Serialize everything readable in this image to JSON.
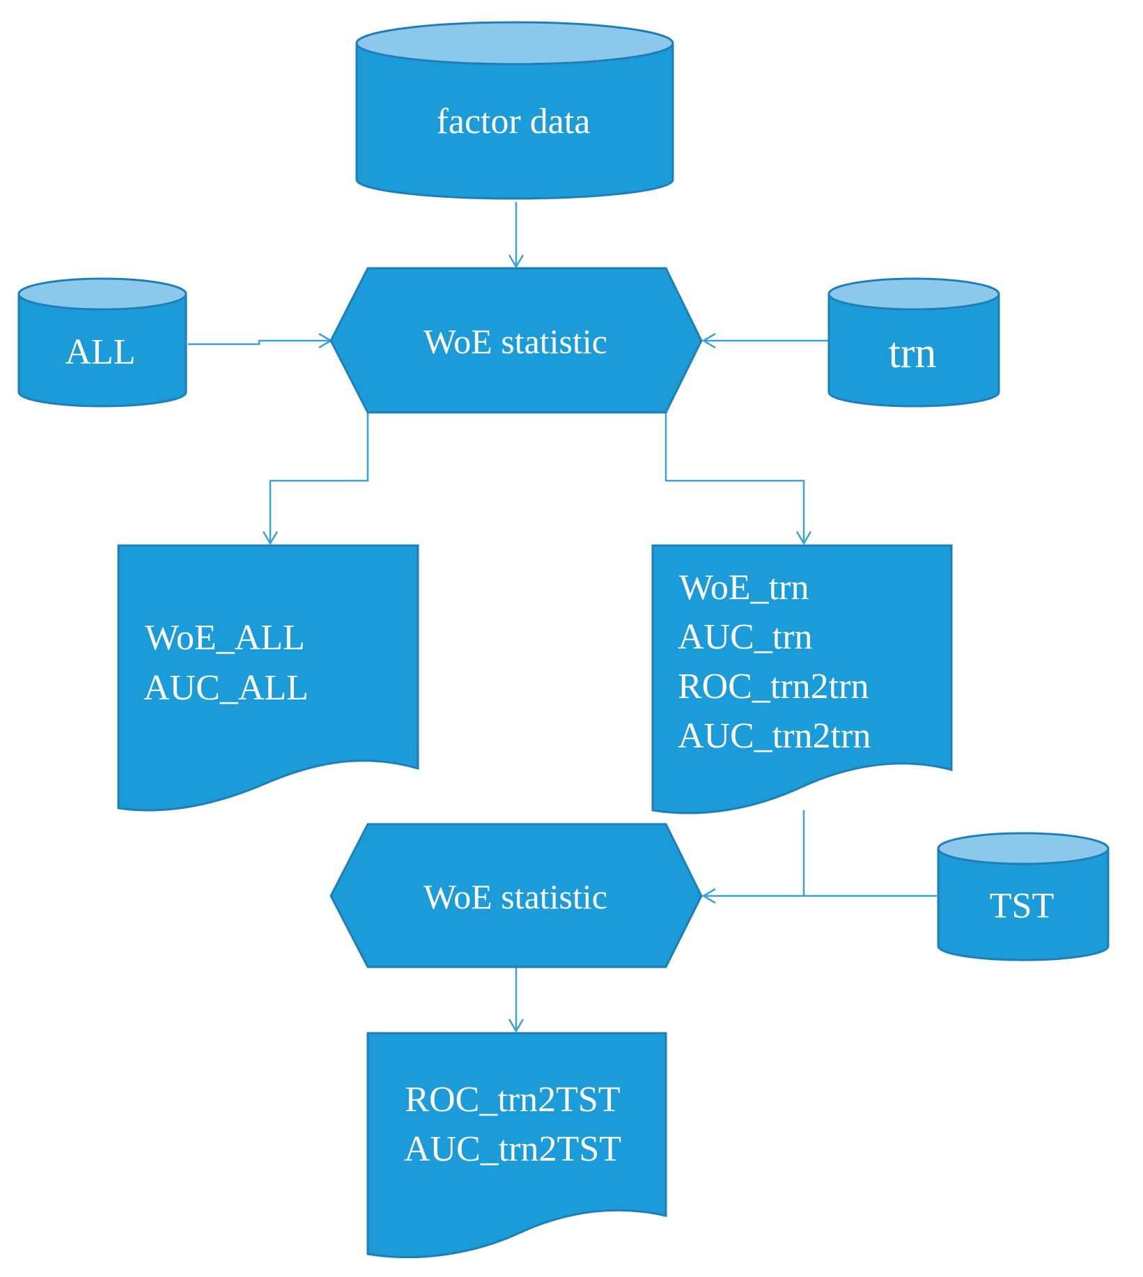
{
  "nodes": {
    "factor_data": {
      "label": "factor data"
    },
    "all_db": {
      "label": "ALL"
    },
    "trn_db": {
      "label": "trn"
    },
    "woe_statistic_1": {
      "label": "WoE statistic"
    },
    "doc_all": {
      "lines": [
        "WoE_ALL",
        "AUC_ALL"
      ]
    },
    "doc_trn": {
      "lines": [
        "WoE_trn",
        "AUC_trn",
        "ROC_trn2trn",
        "AUC_trn2trn"
      ]
    },
    "woe_statistic_2": {
      "label": "WoE statistic"
    },
    "tst_db": {
      "label": "TST"
    },
    "doc_tst": {
      "lines": [
        "ROC_trn2TST",
        "AUC_trn2TST"
      ]
    }
  },
  "edges": [
    {
      "from": "factor_data",
      "to": "woe_statistic_1"
    },
    {
      "from": "all_db",
      "to": "woe_statistic_1"
    },
    {
      "from": "trn_db",
      "to": "woe_statistic_1"
    },
    {
      "from": "woe_statistic_1",
      "to": "doc_all"
    },
    {
      "from": "woe_statistic_1",
      "to": "doc_trn"
    },
    {
      "from": "doc_trn",
      "to": "woe_statistic_2"
    },
    {
      "from": "tst_db",
      "to": "woe_statistic_2"
    },
    {
      "from": "woe_statistic_2",
      "to": "doc_tst"
    }
  ],
  "colors": {
    "shape_fill": "#1b9bd8",
    "cylinder_top": "#8cc8ec",
    "connector": "#3aa0dc",
    "text": "#ffffff"
  }
}
